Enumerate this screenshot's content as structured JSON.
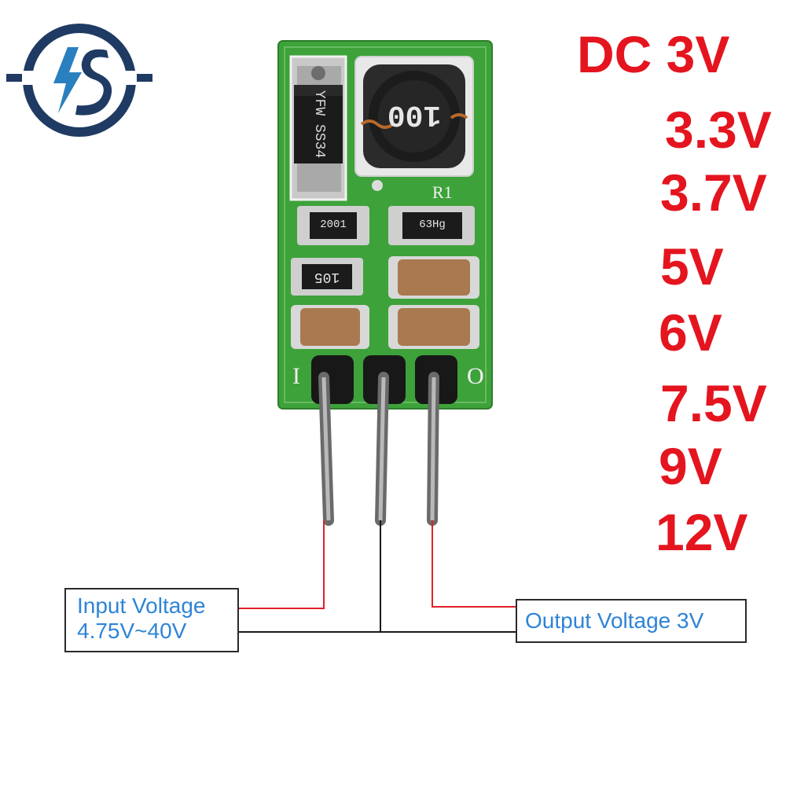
{
  "logo": {
    "text": "IS",
    "ring_color": "#1f3b63",
    "accent_color": "#2a7fbf"
  },
  "board": {
    "pcb_color": "#3da23a",
    "inductor_marking": "100",
    "diode_marking": "YFW SS34",
    "silkscreen_label": "R1",
    "resistor_1_marking": "2001",
    "resistor_2_marking": "63Hg",
    "chip_marking": "105",
    "pin_labels": [
      "I",
      "O"
    ]
  },
  "voltages": {
    "title": "DC 3V",
    "options": [
      "3.3V",
      "3.7V",
      "5V",
      "6V",
      "7.5V",
      "9V",
      "12V"
    ],
    "color": "#e4151f"
  },
  "input_label": {
    "line1": "Input Voltage",
    "line2": "4.75V~40V"
  },
  "output_label": {
    "text": "Output Voltage 3V"
  },
  "wire_colors": {
    "positive": "#e0202a",
    "ground": "#1a1a1a"
  }
}
